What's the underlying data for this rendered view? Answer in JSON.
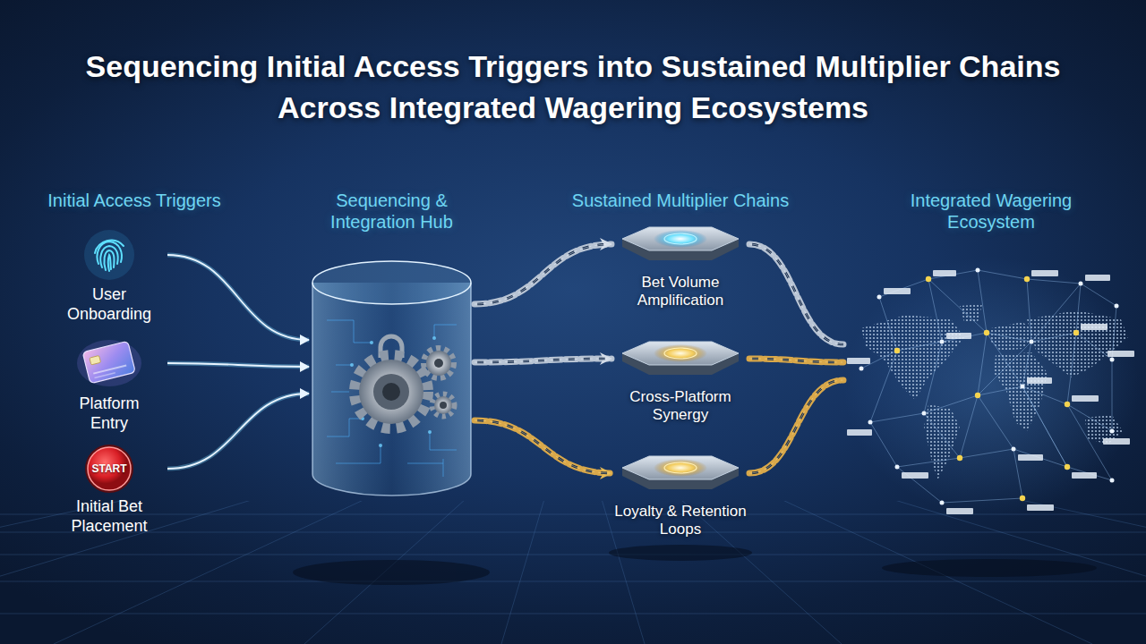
{
  "diagram": {
    "title": "Sequencing Initial Access Triggers into Sustained Multiplier Chains Across Integrated Wagering Ecosystems",
    "nodes": [
      {
        "text": [
          "User Onboarding"
        ]
      },
      {
        "text": [
          "Platform Entry"
        ]
      },
      {
        "text": [
          "START",
          "Initial Bet Placement"
        ]
      },
      {
        "text": [
          "Sequencing & Integration Hub"
        ]
      },
      {
        "text": [
          "Bet Volume Amplification"
        ]
      },
      {
        "text": [
          "Cross-Platform Synergy"
        ]
      },
      {
        "text": [
          "Loyalty & Retention Loops"
        ]
      },
      {
        "text": [
          "Integrated Wagering Ecosystem"
        ]
      }
    ],
    "edges": [
      {
        "from": 0,
        "to": 3,
        "arrow": "to"
      },
      {
        "from": 1,
        "to": 3,
        "arrow": "to"
      },
      {
        "from": 2,
        "to": 3,
        "arrow": "to"
      },
      {
        "from": 3,
        "to": 4,
        "arrow": "to"
      },
      {
        "from": 3,
        "to": 5,
        "arrow": "to"
      },
      {
        "from": 3,
        "to": 6,
        "arrow": "to"
      },
      {
        "from": 4,
        "to": 7,
        "arrow": "none"
      },
      {
        "from": 5,
        "to": 7,
        "arrow": "none"
      },
      {
        "from": 6,
        "to": 7,
        "arrow": "none"
      }
    ],
    "labels": [
      "Initial Access Triggers",
      "Sustained Multiplier Chains"
    ]
  }
}
